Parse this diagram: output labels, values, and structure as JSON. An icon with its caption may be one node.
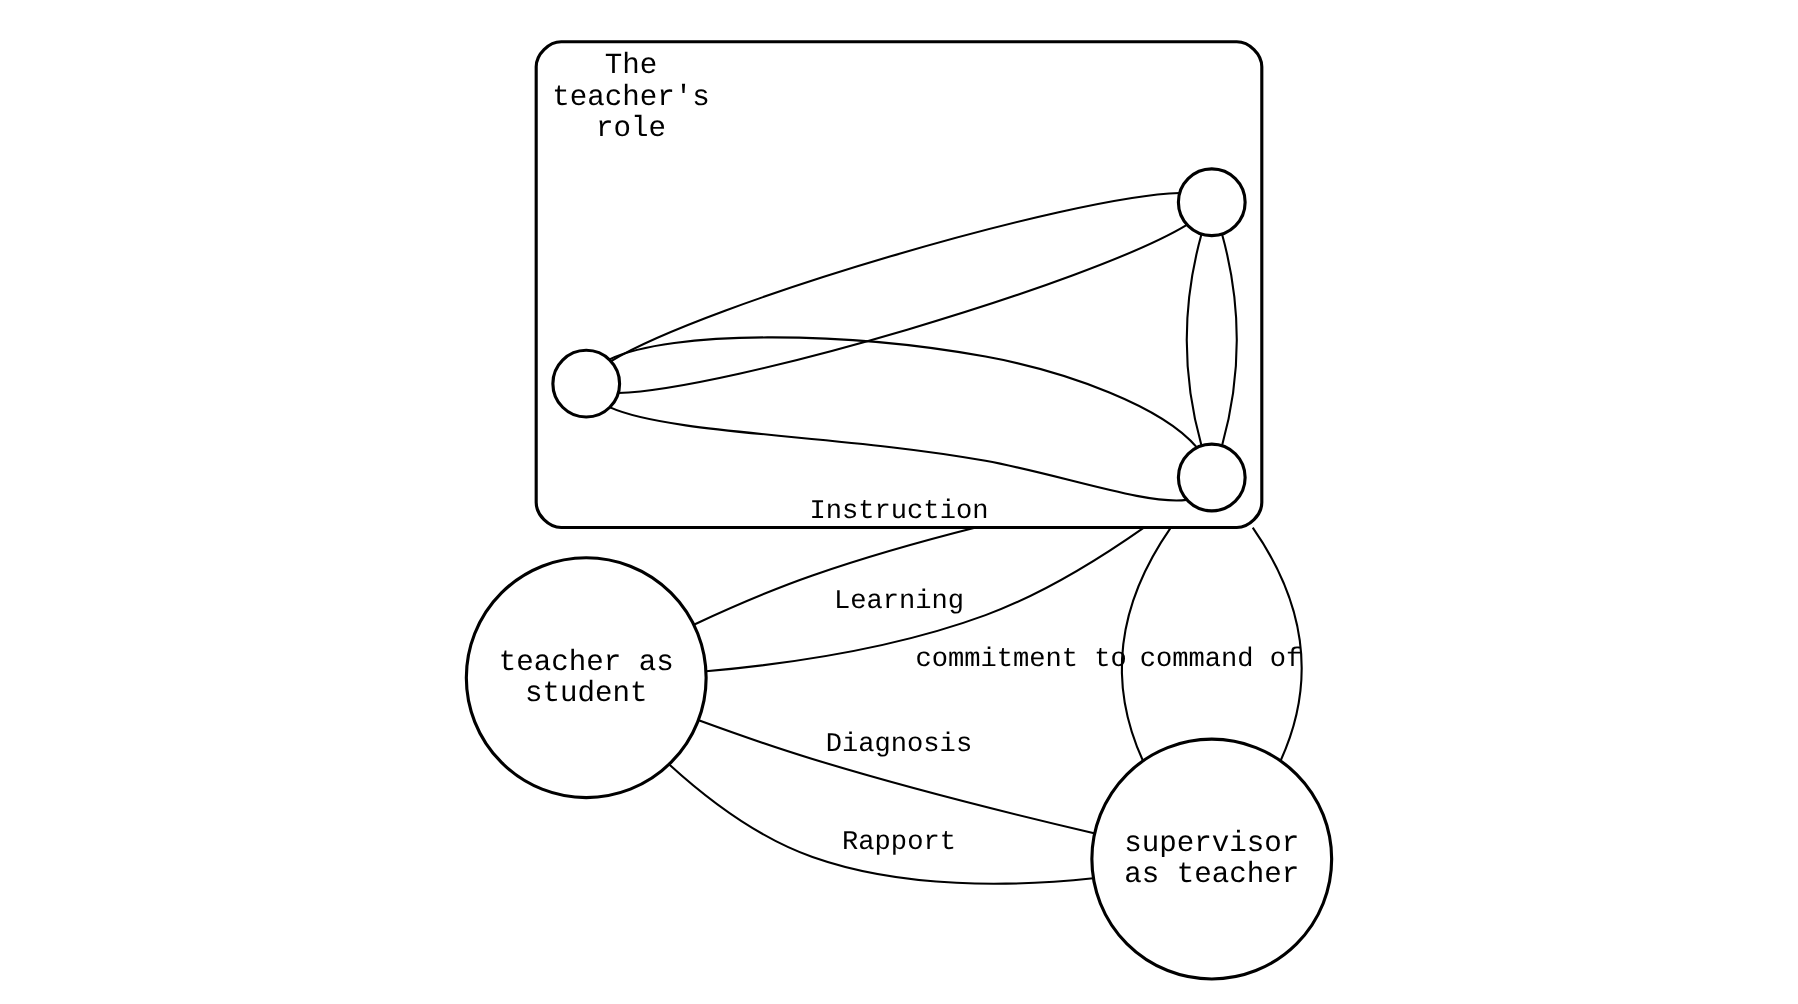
{
  "diagram": {
    "nodes": [
      {
        "text": [
          "The teacher's role"
        ]
      },
      {
        "text": [],
        "shape": "circle",
        "in": 0
      },
      {
        "text": [],
        "shape": "circle",
        "in": 0
      },
      {
        "text": [],
        "shape": "circle",
        "in": 0
      },
      {
        "text": [
          "teacher as student"
        ]
      },
      {
        "text": [
          "supervisor as teacher"
        ]
      }
    ],
    "edges": [
      {
        "from": 4,
        "to": 0,
        "arrow": "none",
        "label": "Instruction"
      },
      {
        "from": 4,
        "to": 0,
        "arrow": "none",
        "label": "Learning"
      },
      {
        "from": 4,
        "to": 5,
        "arrow": "none",
        "label": "Diagnosis"
      },
      {
        "from": 4,
        "to": 5,
        "arrow": "none",
        "label": "Rapport"
      },
      {
        "from": 5,
        "to": 0,
        "arrow": "none",
        "label": "command of"
      },
      {
        "from": 5,
        "to": 0,
        "arrow": "none",
        "label": "commitment to"
      },
      {
        "from": 2,
        "to": 1,
        "arrow": "none"
      },
      {
        "from": 2,
        "to": 1,
        "arrow": "none"
      },
      {
        "from": 3,
        "to": 1,
        "arrow": "none"
      },
      {
        "from": 3,
        "to": 1,
        "arrow": "none"
      },
      {
        "from": 2,
        "to": 3,
        "arrow": "none"
      },
      {
        "from": 2,
        "to": 3,
        "arrow": "none"
      }
    ]
  }
}
